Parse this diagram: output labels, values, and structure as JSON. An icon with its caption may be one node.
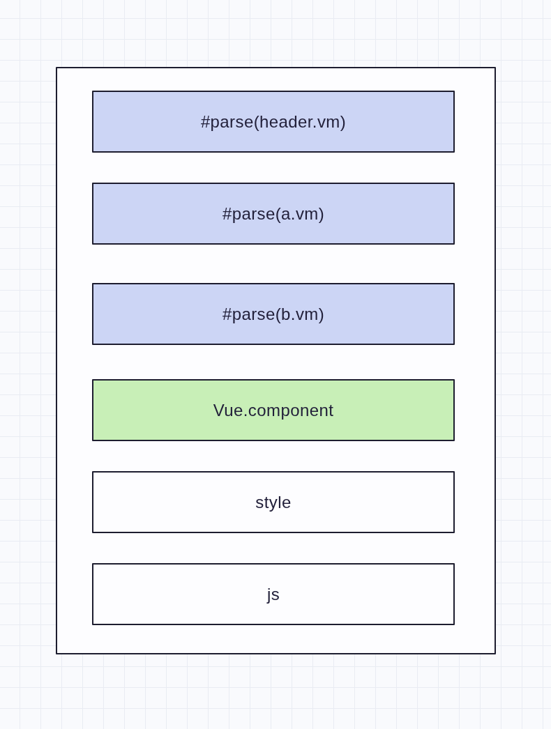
{
  "diagram": {
    "nodes": [
      {
        "text": [],
        "shape": "box"
      },
      {
        "text": [
          "#parse(header.vm)"
        ],
        "in": 0
      },
      {
        "text": [
          "#parse(a.vm)"
        ],
        "in": 0
      },
      {
        "text": [
          "#parse(b.vm)"
        ],
        "in": 0
      },
      {
        "text": [
          "Vue.component"
        ],
        "in": 0
      },
      {
        "text": [
          "style"
        ],
        "in": 0
      },
      {
        "text": [
          "js"
        ],
        "in": 0
      }
    ]
  }
}
